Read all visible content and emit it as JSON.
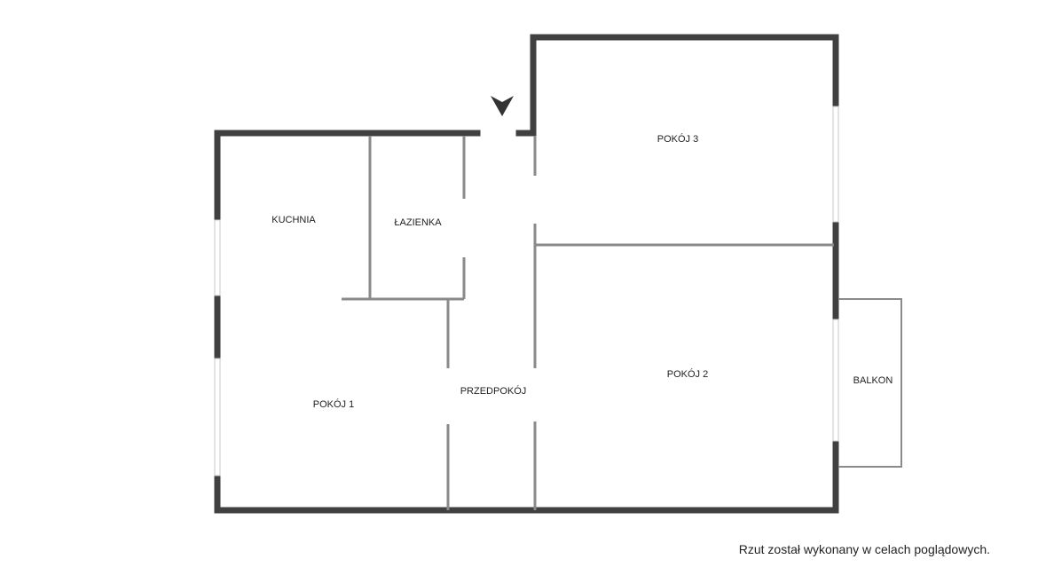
{
  "rooms": {
    "kuchnia": "KUCHNIA",
    "lazienka": "ŁAZIENKA",
    "pokoj1": "POKÓJ 1",
    "pokoj2": "POKÓJ 2",
    "pokoj3": "POKÓJ 3",
    "przedpokoj": "PRZEDPOKÓJ",
    "balkon": "BALKON"
  },
  "footnote": "Rzut został wykonany w celach poglądowych.",
  "colors": {
    "exterior_wall": "#404040",
    "interior_wall": "#8a8a8a",
    "window": "#c8c8c8",
    "text": "#222222"
  },
  "icons": {
    "entrance": "entrance-arrow-icon"
  }
}
